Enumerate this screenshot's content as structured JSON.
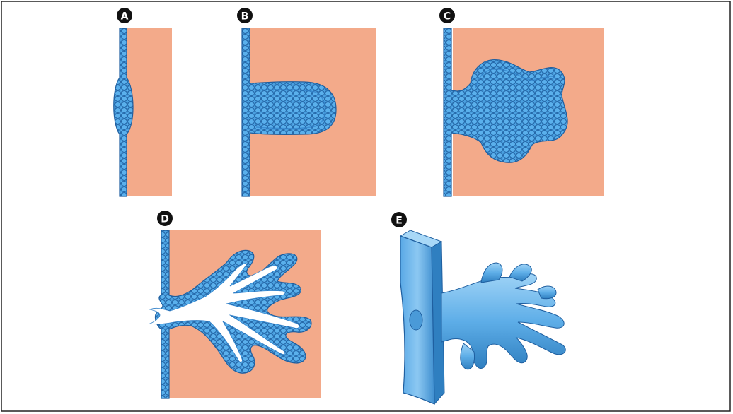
{
  "labels": {
    "A": "A",
    "B": "B",
    "C": "C",
    "D": "D",
    "E": "E"
  },
  "colors": {
    "tissue": "#f3aa8a",
    "cell": "#4aa0e0",
    "cell_stroke": "#1f5fa0",
    "cell_dark": "#2f7fc8",
    "lumen": "#ffffff",
    "badge": "#111111",
    "badge_text": "#ffffff",
    "model_light": "#8cc8f2",
    "model_mid": "#5aa9e6",
    "model_dark": "#2f7fc0"
  }
}
